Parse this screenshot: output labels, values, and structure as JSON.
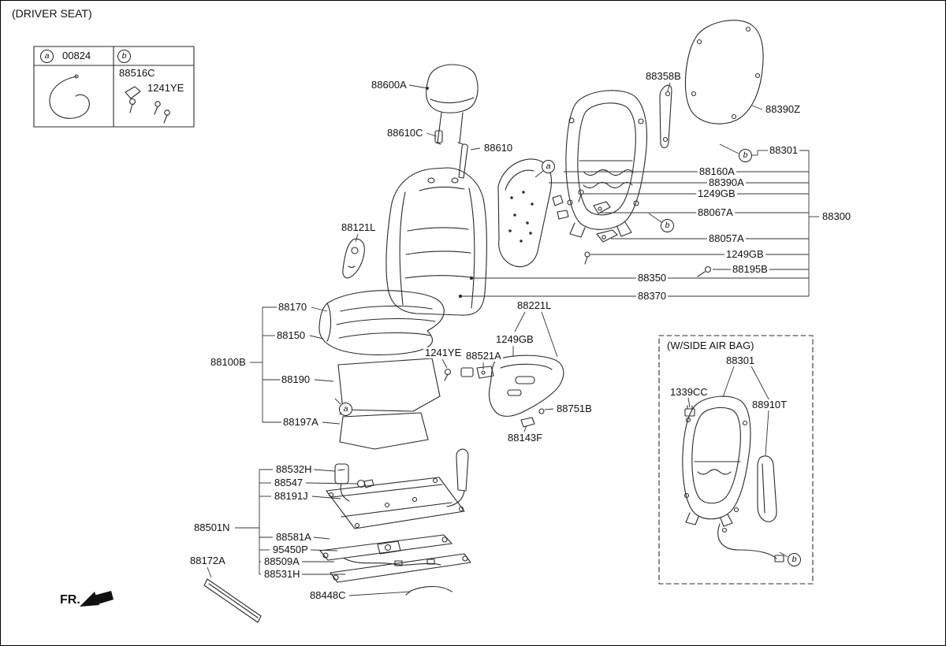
{
  "header": {
    "title": "(DRIVER SEAT)"
  },
  "legend": {
    "callout_a": "a",
    "code_a": "00824",
    "callout_b": "b",
    "part_88516C": "88516C",
    "part_1241YE": "1241YE"
  },
  "callouts": {
    "a": "a",
    "b": "b"
  },
  "part_labels": {
    "p88600A": "88600A",
    "p88610C": "88610C",
    "p88610": "88610",
    "p88358B": "88358B",
    "p88390Z": "88390Z",
    "p88301": "88301",
    "p88160A": "88160A",
    "p88390A": "88390A",
    "p1249GB_a": "1249GB",
    "p88067A": "88067A",
    "p88300": "88300",
    "p88057A": "88057A",
    "p1249GB_b": "1249GB",
    "p88195B": "88195B",
    "p88350": "88350",
    "p88370": "88370",
    "p88121L": "88121L",
    "p88170": "88170",
    "p88150": "88150",
    "p88100B": "88100B",
    "p88190": "88190",
    "p88197A": "88197A",
    "p88221L": "88221L",
    "p1249GB_c": "1249GB",
    "p1241YE": "1241YE",
    "p88521A": "88521A",
    "p88751B": "88751B",
    "p88143F": "88143F",
    "p88532H": "88532H",
    "p88547": "88547",
    "p88191J": "88191J",
    "p88501N": "88501N",
    "p88581A": "88581A",
    "p95450P": "95450P",
    "p88509A": "88509A",
    "p88531H": "88531H",
    "p88172A": "88172A",
    "p88448C": "88448C"
  },
  "side_airbag": {
    "title": "(W/SIDE AIR BAG)",
    "part_88301": "88301",
    "part_1339CC": "1339CC",
    "part_88910T": "88910T",
    "callout_b": "b"
  },
  "fr": {
    "label": "FR."
  }
}
